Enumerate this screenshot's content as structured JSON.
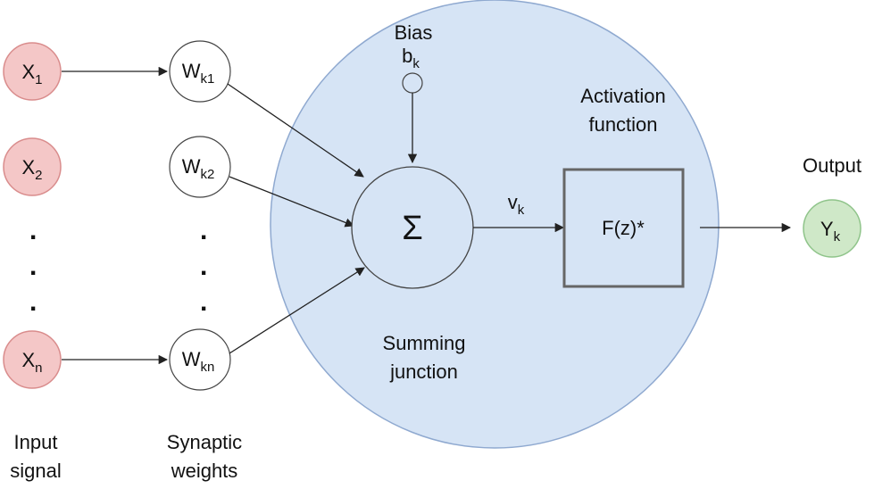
{
  "colors": {
    "input_fill": "#f4c7c7",
    "input_stroke": "#d98c8c",
    "output_fill": "#cfe8c8",
    "output_stroke": "#8fc48a",
    "neuron_fill": "#d6e4f5",
    "neuron_stroke": "#8fa9d0",
    "box_stroke": "#666666",
    "line": "#222222"
  },
  "inputs": [
    {
      "main": "X",
      "sub": "1"
    },
    {
      "main": "X",
      "sub": "2"
    },
    {
      "main": "X",
      "sub": "n"
    }
  ],
  "weights": [
    {
      "main": "W",
      "sub": "k1"
    },
    {
      "main": "W",
      "sub": "k2"
    },
    {
      "main": "W",
      "sub": "kn"
    }
  ],
  "ellipsis": ".",
  "bias": {
    "title": "Bias",
    "main": "b",
    "sub": "k"
  },
  "summing": {
    "symbol": "Σ",
    "label_line1": "Summing",
    "label_line2": "junction"
  },
  "induced_field": {
    "main": "v",
    "sub": "k"
  },
  "activation": {
    "label_line1": "Activation",
    "label_line2": "function",
    "box_text": "F(z)*"
  },
  "output": {
    "title": "Output",
    "main": "Y",
    "sub": "k"
  },
  "bottom_labels": {
    "input_line1": "Input",
    "input_line2": "signal",
    "weights_line1": "Synaptic",
    "weights_line2": "weights"
  }
}
